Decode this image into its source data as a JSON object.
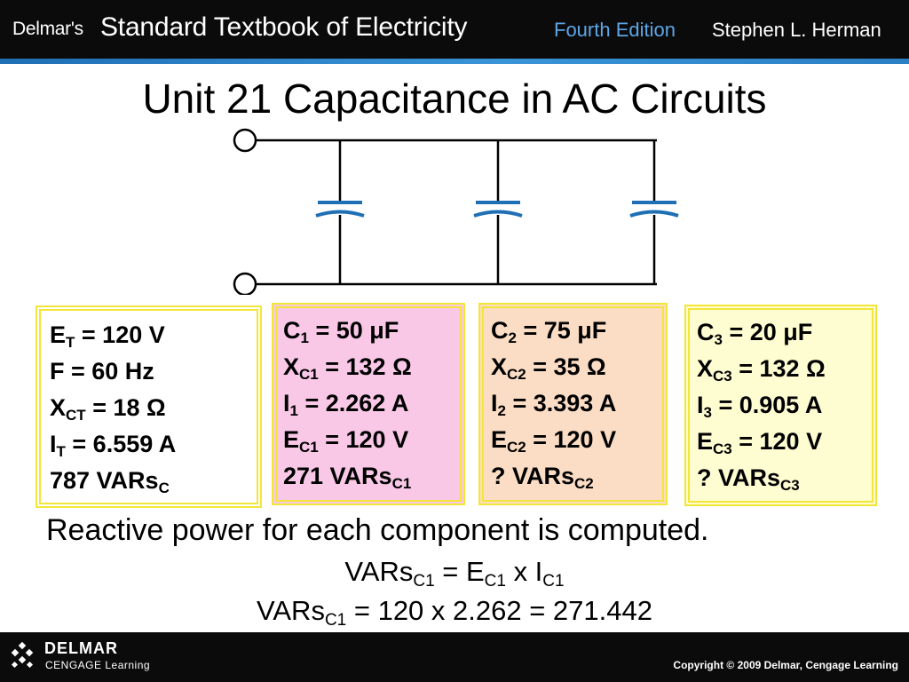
{
  "header": {
    "brand_small": "Delmar's",
    "brand_big": "Standard Textbook of Electricity",
    "edition": "Fourth Edition",
    "author": "Stephen L. Herman"
  },
  "slide": {
    "title": "Unit 21 Capacitance in AC Circuits"
  },
  "boxes": {
    "source": {
      "l1_a": "E",
      "l1_sub": "T",
      "l1_b": " = 120 V",
      "l2": "F = 60 Hz",
      "l3_a": "X",
      "l3_sub": "CT",
      "l3_b": " = 18 Ω",
      "l4_a": "I",
      "l4_sub": "T",
      "l4_b": " = 6.559 A",
      "l5_a": "787 VARs",
      "l5_sub": "C"
    },
    "c1": {
      "l1_a": "C",
      "l1_sub": "1",
      "l1_b": " = 50 μF",
      "l2_a": "X",
      "l2_sub": "C1",
      "l2_b": " = 132 Ω",
      "l3_a": "I",
      "l3_sub": "1",
      "l3_b": " = 2.262 A",
      "l4_a": "E",
      "l4_sub": "C1",
      "l4_b": " = 120 V",
      "l5_a": "271 VARs",
      "l5_sub": "C1"
    },
    "c2": {
      "l1_a": "C",
      "l1_sub": "2",
      "l1_b": " = 75 μF",
      "l2_a": "X",
      "l2_sub": "C2",
      "l2_b": " = 35 Ω",
      "l3_a": "I",
      "l3_sub": "2",
      "l3_b": " = 3.393 A",
      "l4_a": "E",
      "l4_sub": "C2",
      "l4_b": " = 120 V",
      "l5_a": "? VARs",
      "l5_sub": "C2"
    },
    "c3": {
      "l1_a": "C",
      "l1_sub": "3",
      "l1_b": " = 20 μF",
      "l2_a": "X",
      "l2_sub": "C3",
      "l2_b": " = 132 Ω",
      "l3_a": "I",
      "l3_sub": "3",
      "l3_b": " = 0.905 A",
      "l4_a": "E",
      "l4_sub": "C3",
      "l4_b": " = 120 V",
      "l5_a": "? VARs",
      "l5_sub": "C3"
    }
  },
  "text": {
    "body": "Reactive power for each component is computed.",
    "f1_a": "VARs",
    "f1_a_sub": "C1",
    "f1_b": " = E",
    "f1_b_sub": "C1",
    "f1_c": " x I",
    "f1_c_sub": "C1",
    "f2_a": "VARs",
    "f2_a_sub": "C1",
    "f2_b": " = 120 x 2.262 = 271.442"
  },
  "footer": {
    "brand": "DELMAR",
    "sub": "CENGAGE Learning",
    "copyright": "Copyright © 2009 Delmar, Cengage Learning"
  },
  "colors": {
    "header_bg": "#0b0b0b",
    "accent_blue": "#3a94d8",
    "edition_text": "#5ea6e6",
    "capacitor_blue": "#1f6fb5",
    "box_border": "#f3e63a",
    "c1_fill": "#f8c8e6",
    "c2_fill": "#fbdcc4",
    "c3_fill": "#fefcd1"
  }
}
